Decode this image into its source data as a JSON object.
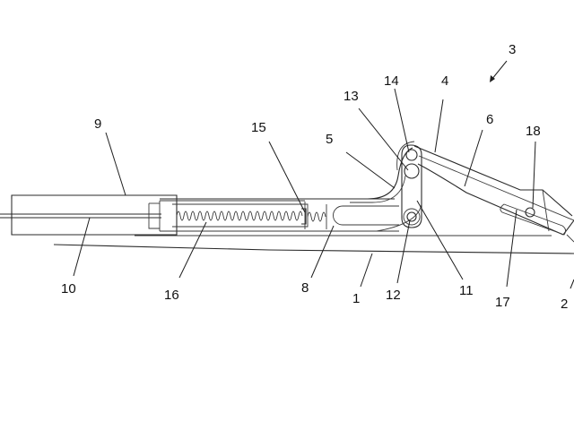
{
  "figure": {
    "type": "patent-mechanical-drawing",
    "reference_numerals": [
      {
        "id": "1",
        "label": "1",
        "part": "base plate / rail"
      },
      {
        "id": "2",
        "label": "2",
        "part": "right end"
      },
      {
        "id": "3",
        "label": "3",
        "part": "assembly arrow"
      },
      {
        "id": "4",
        "label": "4",
        "part": "upper lever"
      },
      {
        "id": "5",
        "label": "5",
        "part": "curved bracket"
      },
      {
        "id": "6",
        "label": "6",
        "part": "arm"
      },
      {
        "id": "8",
        "label": "8",
        "part": "slider housing"
      },
      {
        "id": "9",
        "label": "9",
        "part": "outer housing"
      },
      {
        "id": "10",
        "label": "10",
        "part": "rod / cable"
      },
      {
        "id": "11",
        "label": "11",
        "part": "link plate"
      },
      {
        "id": "12",
        "label": "12",
        "part": "lower pivot"
      },
      {
        "id": "13",
        "label": "13",
        "part": "middle pivot"
      },
      {
        "id": "14",
        "label": "14",
        "part": "upper pivot"
      },
      {
        "id": "15",
        "label": "15",
        "part": "spring stop"
      },
      {
        "id": "16",
        "label": "16",
        "part": "compression spring"
      },
      {
        "id": "17",
        "label": "17",
        "part": "slot"
      },
      {
        "id": "18",
        "label": "18",
        "part": "slot pin"
      }
    ]
  },
  "colors": {
    "ink": "#2a2a2a",
    "background": "#ffffff"
  }
}
